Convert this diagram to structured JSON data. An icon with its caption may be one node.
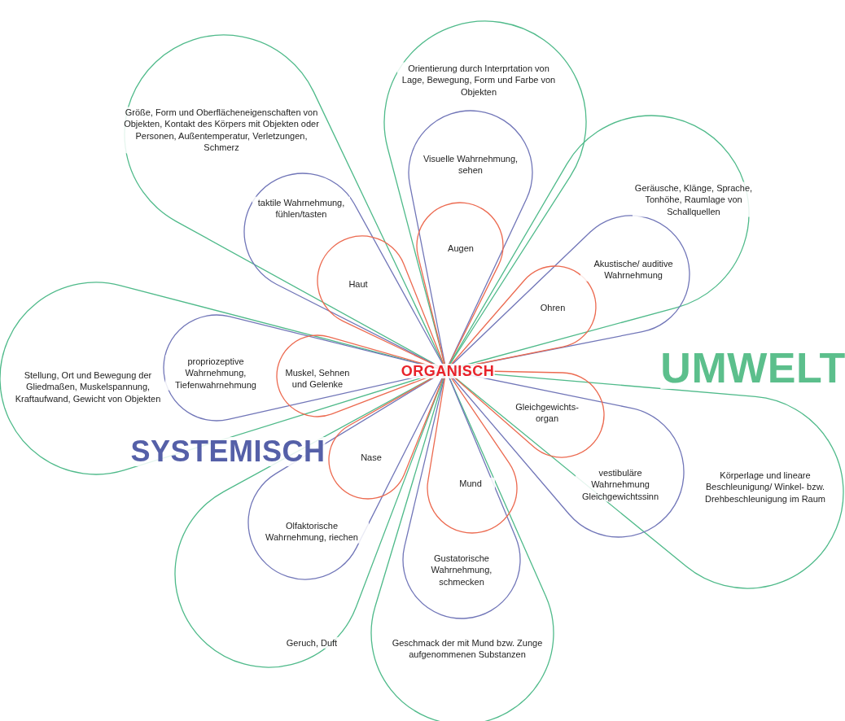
{
  "diagram": {
    "nodes": [
      {
        "text": [
          "Größe, Form und Oberflächeneigenschaften von Objekten, Kontakt des Körpers mit Objekten oder Personen, Außentemperatur, Verletzungen, Schmerz"
        ]
      },
      {
        "text": [
          "taktile Wahrnehmung, fühlen/tasten"
        ],
        "in": 0
      },
      {
        "text": [
          "Haut"
        ],
        "in": 1
      },
      {
        "text": [
          "Orientierung durch Interprtation von Lage, Bewegung, Form und Farbe von Objekten"
        ]
      },
      {
        "text": [
          "Visuelle Wahrnehmung, sehen"
        ],
        "in": 3
      },
      {
        "text": [
          "Augen"
        ],
        "in": 4
      },
      {
        "text": [
          "Geräusche, Klänge, Sprache, Tonhöhe, Raumlage von Schallquellen"
        ]
      },
      {
        "text": [
          "Akustische/ auditive Wahrnehmung"
        ],
        "in": 6
      },
      {
        "text": [
          "Ohren"
        ],
        "in": 7
      },
      {
        "text": [
          "Stellung, Ort und Bewegung der Gliedmaßen, Muskelspannung, Kraftaufwand, Gewicht von Objekten"
        ]
      },
      {
        "text": [
          "propriozeptive Wahrnehmung, Tiefenwahrnehmung"
        ],
        "in": 9
      },
      {
        "text": [
          "Muskel, Sehnen und Gelenke"
        ],
        "in": 10
      },
      {
        "text": [
          "Körperlage und lineare Beschleunigung/ Winkel- bzw. Drehbeschleunigung im Raum"
        ]
      },
      {
        "text": [
          "vestibuläre Wahrnehmung Gleichgewichtssinn"
        ],
        "in": 12
      },
      {
        "text": [
          "Gleichgewichts- organ"
        ],
        "in": 13
      },
      {
        "text": [
          "Geruch, Duft"
        ]
      },
      {
        "text": [
          "Olfaktorische Wahrnehmung, riechen"
        ],
        "in": 15
      },
      {
        "text": [
          "Nase"
        ],
        "in": 16
      },
      {
        "text": [
          "Geschmack der mit Mund bzw. Zunge aufgenommenen Substanzen"
        ]
      },
      {
        "text": [
          "Gustatorische Wahrnehmung, schmecken"
        ],
        "in": 18
      },
      {
        "text": [
          "Mund"
        ],
        "in": 19
      }
    ],
    "labels": [
      "ORGANISCH",
      "UMWELT",
      "SYSTEMISCH"
    ]
  }
}
